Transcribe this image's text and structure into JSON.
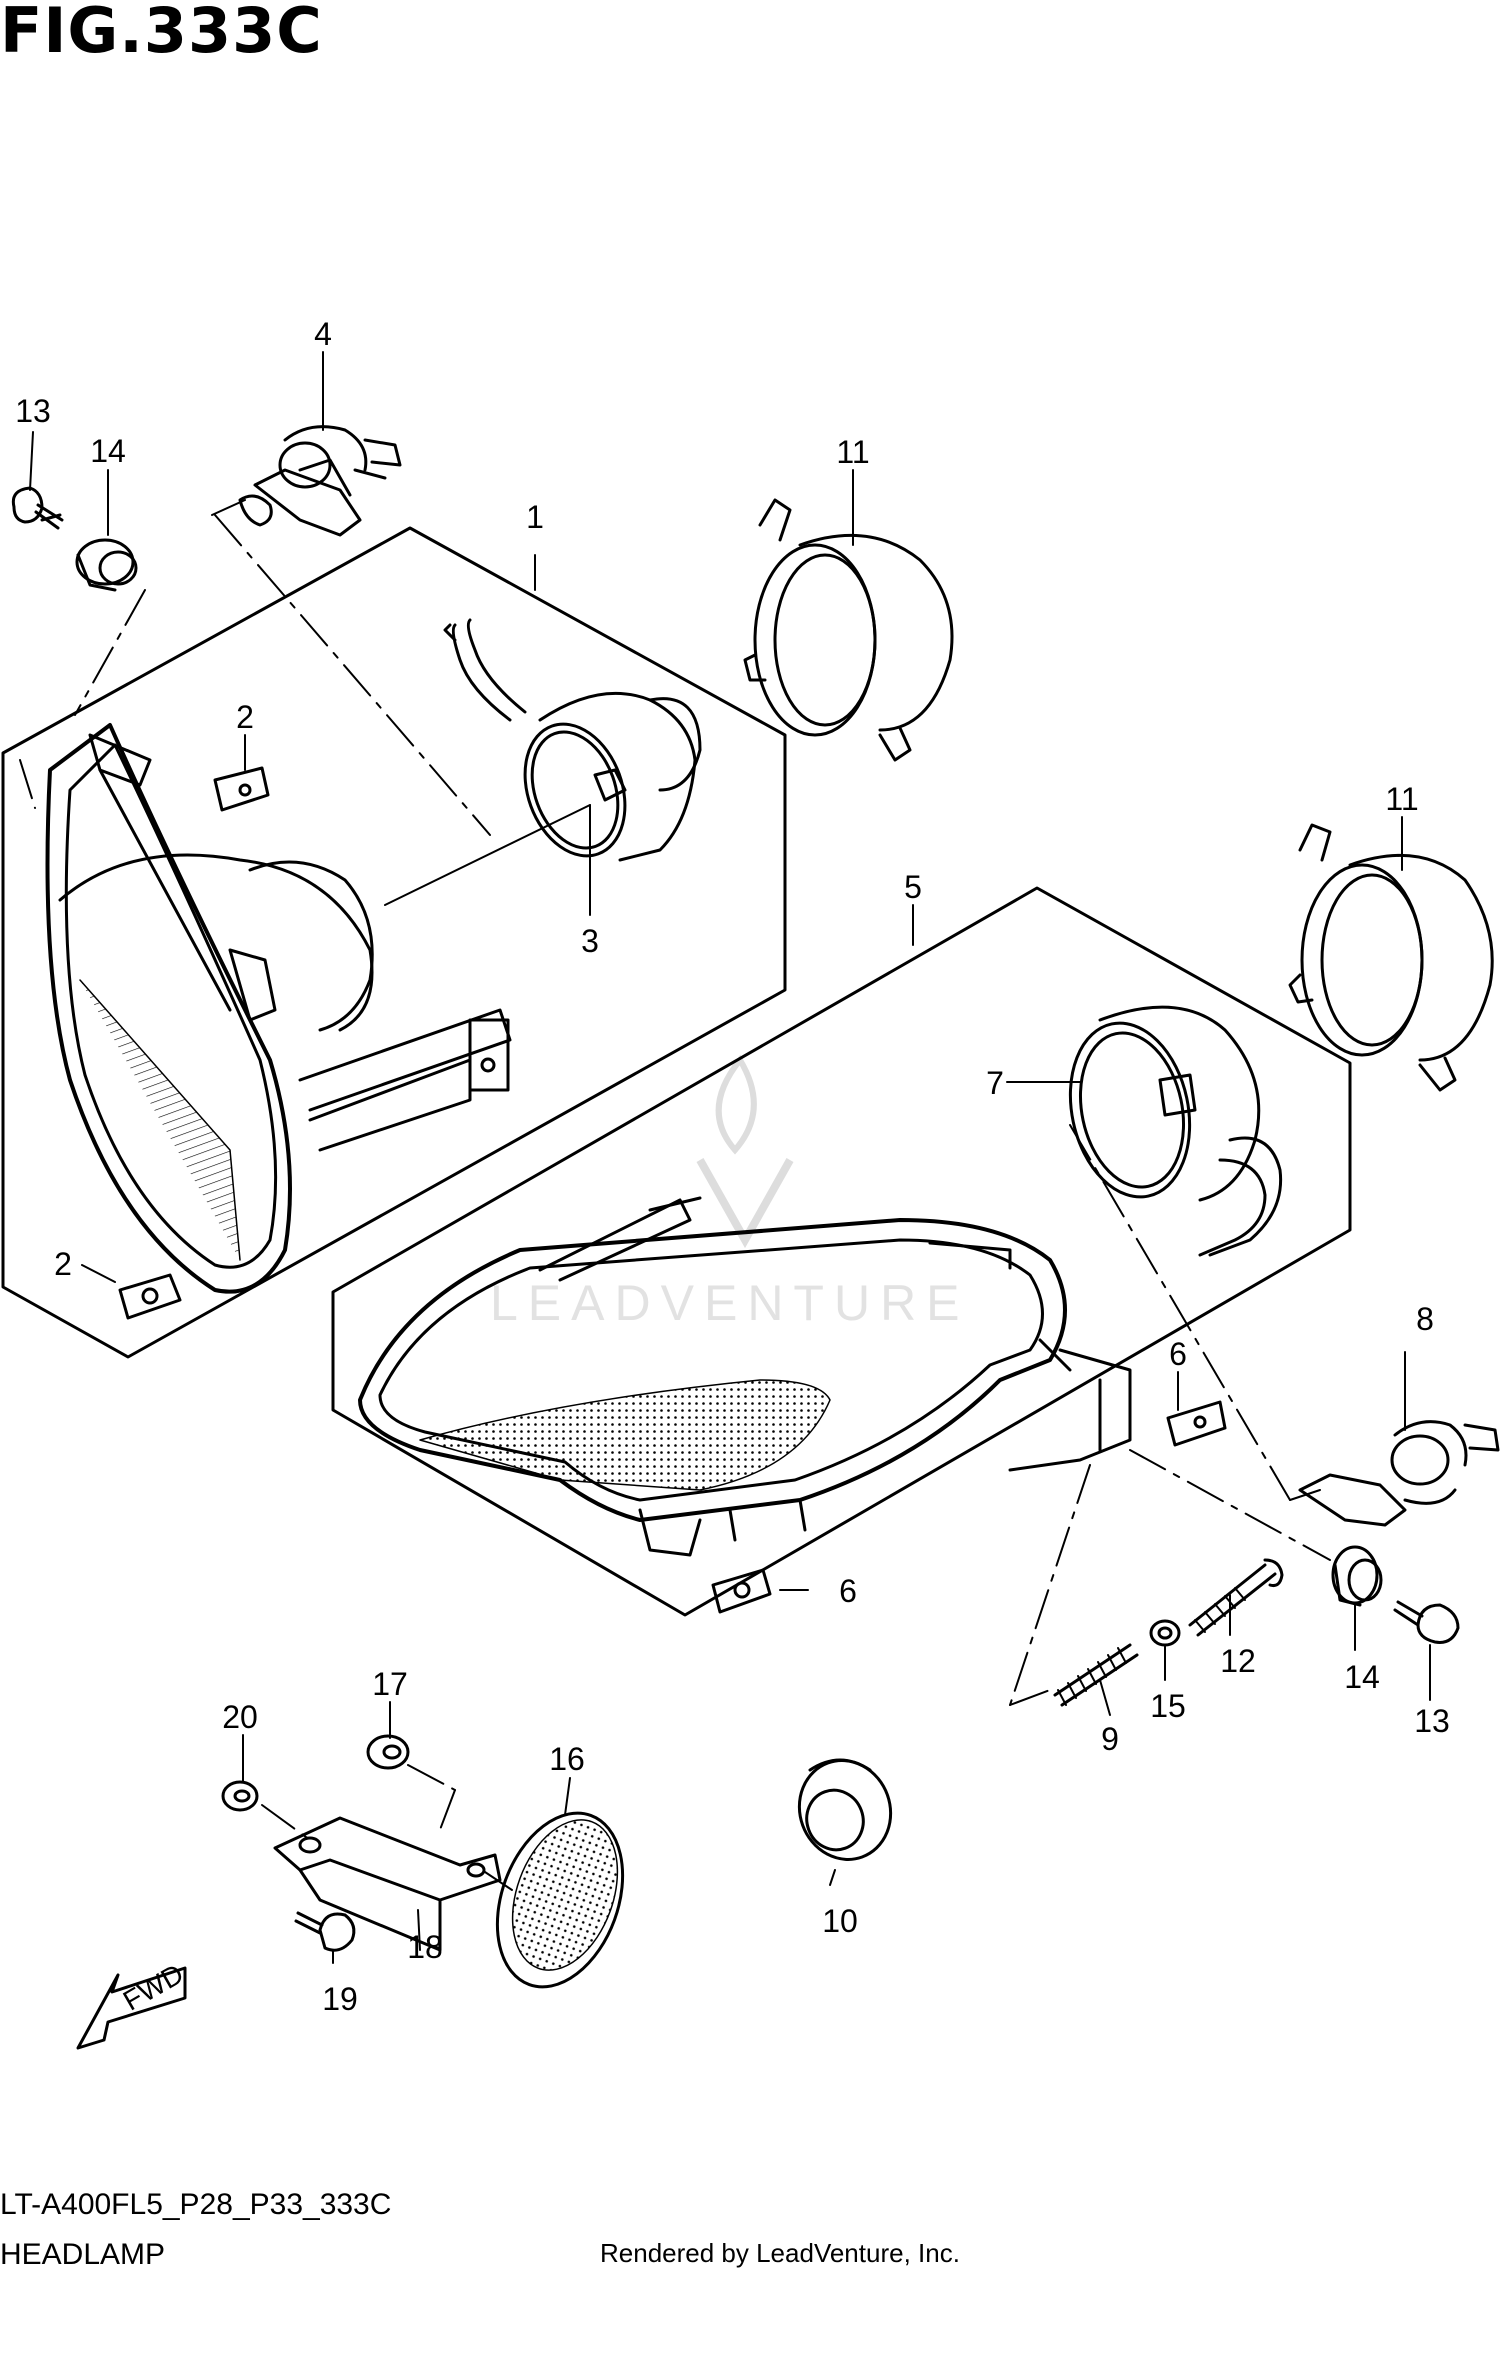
{
  "figure": {
    "title": "FIG.333C",
    "model_code": "LT-A400FL5_P28_P33_333C",
    "section": "HEADLAMP",
    "credit": "Rendered by LeadVenture, Inc.",
    "watermark": "LEADVENTURE",
    "fwd_label": "FWD"
  },
  "callouts": [
    {
      "id": "c1",
      "label": "1"
    },
    {
      "id": "c2a",
      "label": "2"
    },
    {
      "id": "c2b",
      "label": "2"
    },
    {
      "id": "c3",
      "label": "3"
    },
    {
      "id": "c4",
      "label": "4"
    },
    {
      "id": "c5",
      "label": "5"
    },
    {
      "id": "c6a",
      "label": "6"
    },
    {
      "id": "c6b",
      "label": "6"
    },
    {
      "id": "c7",
      "label": "7"
    },
    {
      "id": "c8",
      "label": "8"
    },
    {
      "id": "c9",
      "label": "9"
    },
    {
      "id": "c10",
      "label": "10"
    },
    {
      "id": "c11a",
      "label": "11"
    },
    {
      "id": "c11b",
      "label": "11"
    },
    {
      "id": "c12",
      "label": "12"
    },
    {
      "id": "c13a",
      "label": "13"
    },
    {
      "id": "c13b",
      "label": "13"
    },
    {
      "id": "c14a",
      "label": "14"
    },
    {
      "id": "c14b",
      "label": "14"
    },
    {
      "id": "c15",
      "label": "15"
    },
    {
      "id": "c16",
      "label": "16"
    },
    {
      "id": "c17",
      "label": "17"
    },
    {
      "id": "c18",
      "label": "18"
    },
    {
      "id": "c19",
      "label": "19"
    },
    {
      "id": "c20",
      "label": "20"
    }
  ]
}
